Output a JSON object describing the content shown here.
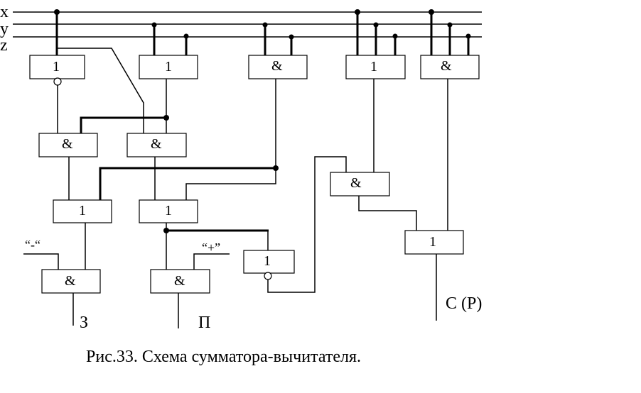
{
  "inputs": {
    "x": "x",
    "y": "y",
    "z": "z"
  },
  "gates": {
    "g1": "1",
    "g2": "1",
    "g3": "&",
    "g4": "1",
    "g5": "&",
    "g6": "&",
    "g7": "&",
    "g8": "&",
    "g9": "1",
    "g10": "1",
    "g11": "1",
    "g12": "&",
    "g13": "&",
    "g14": "1"
  },
  "control": {
    "minus": "“-“",
    "plus": "“+”"
  },
  "outputs": {
    "z_out": "З",
    "p_out": "П",
    "c_out": "С (Р)"
  },
  "caption": "Рис.33. Схема сумматора-вычитателя."
}
